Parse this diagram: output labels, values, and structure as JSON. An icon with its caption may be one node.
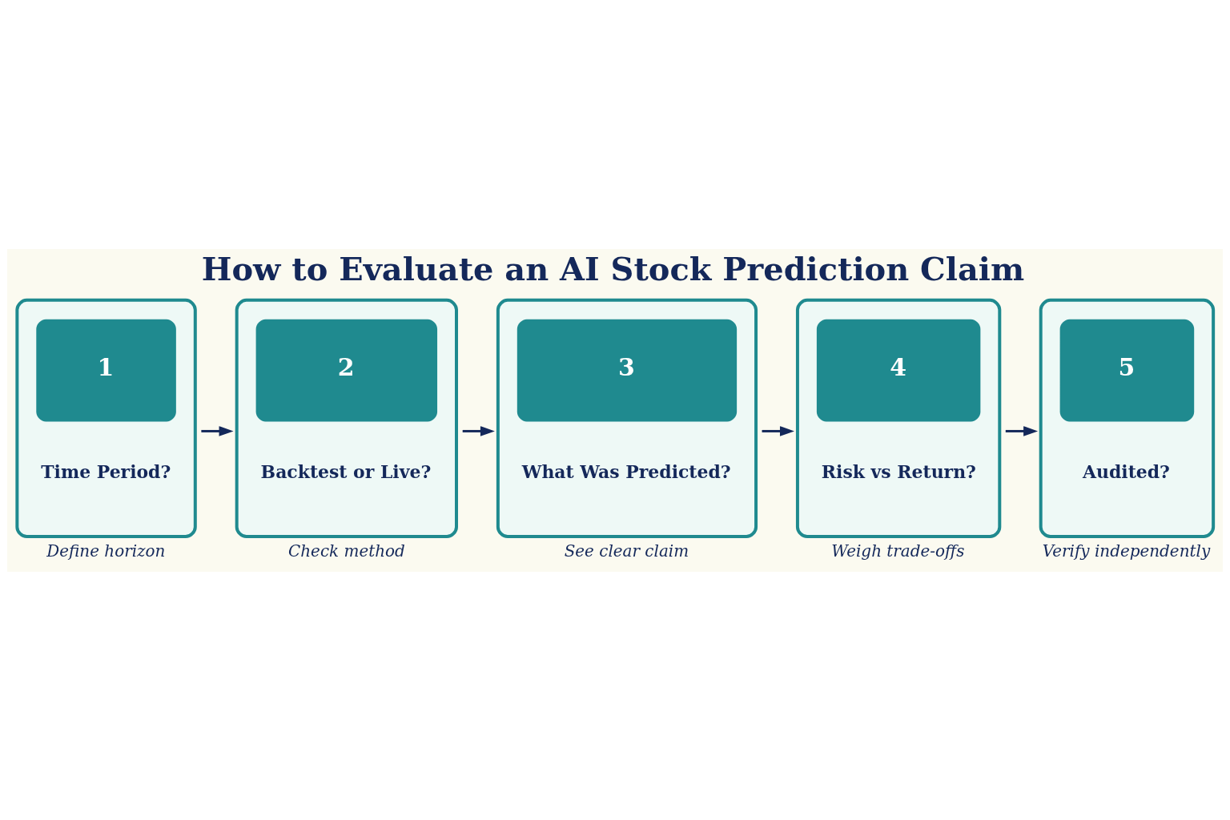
{
  "diagram": {
    "title": "How to Evaluate an AI Stock Prediction Claim",
    "nodes": [
      {
        "text": [
          "1",
          "Time Period?"
        ],
        "beside": [
          "Define horizon"
        ]
      },
      {
        "text": [
          "2",
          "Backtest or Live?"
        ],
        "beside": [
          "Check method"
        ]
      },
      {
        "text": [
          "3",
          "What Was Predicted?"
        ],
        "beside": [
          "See clear claim"
        ]
      },
      {
        "text": [
          "4",
          "Risk vs Return?"
        ],
        "beside": [
          "Weigh trade-offs"
        ]
      },
      {
        "text": [
          "5",
          "Audited?"
        ],
        "beside": [
          "Verify independently"
        ]
      }
    ],
    "edges": [
      {
        "from": 0,
        "to": 1,
        "arrow": "to"
      },
      {
        "from": 1,
        "to": 2,
        "arrow": "to"
      },
      {
        "from": 2,
        "to": 3,
        "arrow": "to"
      },
      {
        "from": 3,
        "to": 4,
        "arrow": "to"
      }
    ]
  }
}
